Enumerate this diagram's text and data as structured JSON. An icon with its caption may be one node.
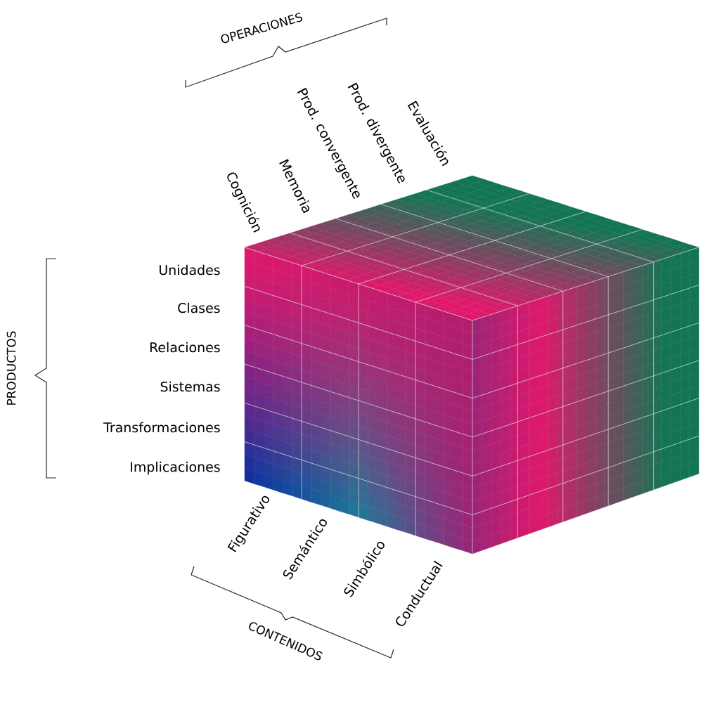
{
  "diagram": {
    "labels": [
      "OPERACIONES",
      "Cognición",
      "Memoria",
      "Prod. convergente",
      "Prod. divergente",
      "Evaluación",
      "PRODUCTOS",
      "Unidades",
      "Clases",
      "Relaciones",
      "Sistemas",
      "Transformaciones",
      "Implicaciones",
      "Figurativo",
      "Semántico",
      "Simbólico",
      "Conductual",
      "CONTENIDOS"
    ]
  }
}
